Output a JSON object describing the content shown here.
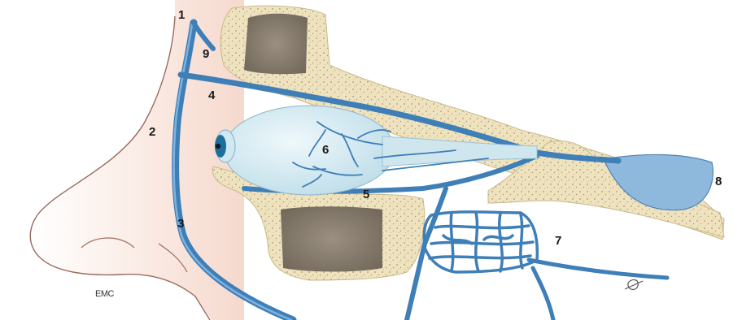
{
  "labels": {
    "l1": "1",
    "l2": "2",
    "l3": "3",
    "l4": "4",
    "l5": "5",
    "l6": "6",
    "l7": "7",
    "l8": "8",
    "l9": "9"
  },
  "signature": "EMC",
  "colors": {
    "skin": "#f7ddd3",
    "skin_outline": "#9a6b5c",
    "bone": "#efe3bf",
    "bone_dots": "#a89870",
    "sinus": "#8c8070",
    "vein": "#3f7fb8",
    "vein_light": "#6aa3d3",
    "eye": "#d8ecf2",
    "iris": "#1e6f9e"
  }
}
